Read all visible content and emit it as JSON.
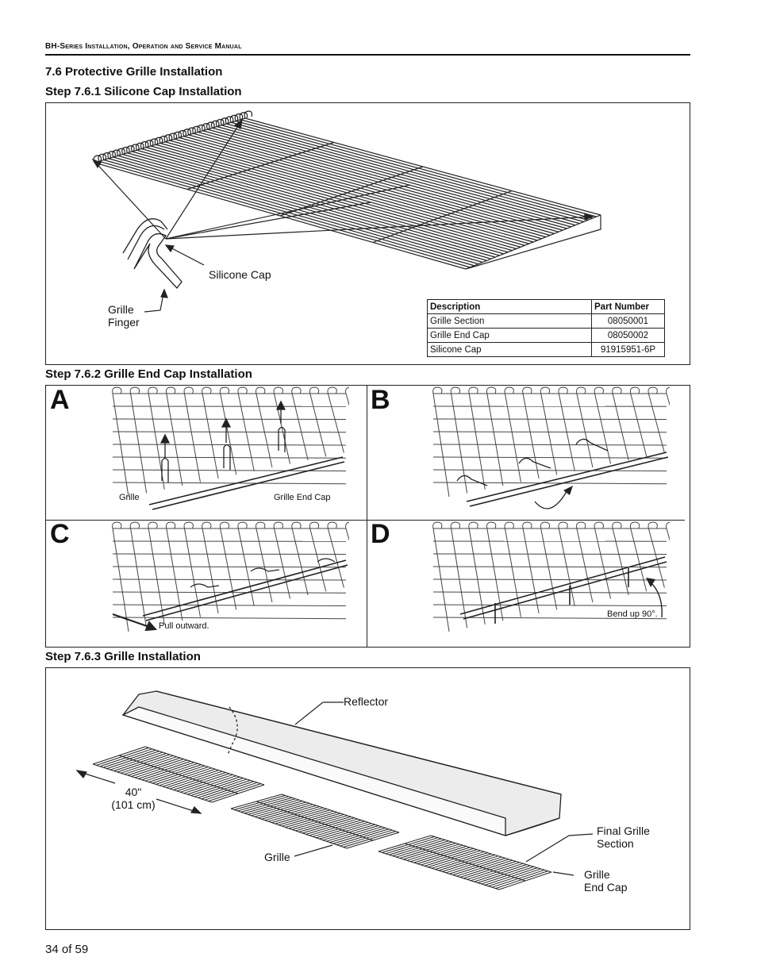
{
  "header": {
    "manual_title": "BH-Series Installation, Operation and Service Manual"
  },
  "section": {
    "title": "7.6 Protective Grille Installation"
  },
  "step1": {
    "title": "Step 7.6.1 Silicone Cap Installation",
    "labels": {
      "silicone_cap": "Silicone Cap",
      "grille_finger": "Grille\nFinger"
    },
    "parts_table": {
      "headers": [
        "Description",
        "Part Number"
      ],
      "rows": [
        [
          "Grille Section",
          "08050001"
        ],
        [
          "Grille End Cap",
          "08050002"
        ],
        [
          "Silicone Cap",
          "91915951-6P"
        ]
      ]
    }
  },
  "step2": {
    "title": "Step 7.6.2 Grille End Cap Installation",
    "panels": {
      "a": {
        "letter": "A",
        "grille_label": "Grille",
        "end_cap_label": "Grille End Cap"
      },
      "b": {
        "letter": "B"
      },
      "c": {
        "letter": "C",
        "note": "Pull outward."
      },
      "d": {
        "letter": "D",
        "note": "Bend up 90°."
      }
    }
  },
  "step3": {
    "title": "Step 7.6.3 Grille Installation",
    "labels": {
      "reflector": "Reflector",
      "dimension": "40\"\n(101 cm)",
      "grille": "Grille",
      "final_grille_section": "Final Grille\nSection",
      "grille_end_cap": "Grille\nEnd Cap"
    }
  },
  "footer": {
    "page": "34 of 59"
  }
}
